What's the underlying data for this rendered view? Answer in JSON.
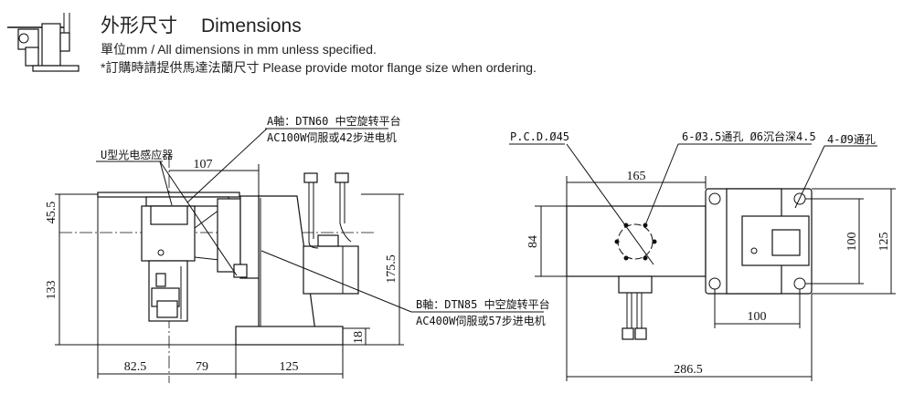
{
  "header": {
    "title_cn": "外形尺寸",
    "title_en": "Dimensions",
    "unit_note": "單位mm / All dimensions in mm unless specified.",
    "order_note": "*訂購時請提供馬達法蘭尺寸 Please provide motor flange size when ordering."
  },
  "side_view": {
    "sensor_label": "U型光电感应器",
    "a_axis_line1": "A軸：DTN60 中空旋转平台",
    "a_axis_line2": "AC100W伺服或42步进电机",
    "b_axis_line1": "B軸：DTN85 中空旋转平台",
    "b_axis_line2": "AC400W伺服或57步进电机",
    "dims": {
      "top_offset": "107",
      "upper_height": "45.5",
      "lower_height": "133",
      "total_height": "175.5",
      "base_thickness": "18",
      "left_width": "82.5",
      "middle_width": "79",
      "right_width": "125"
    }
  },
  "top_view": {
    "pcd_label": "P.C.D.Ø45",
    "hole_label": "6-Ø3.5通孔 Ø6沉台深4.5",
    "mount_hole_label": "4-Ø9通孔",
    "dims": {
      "plate_length": "165",
      "plate_width": "84",
      "hole_spacing_v": "100",
      "base_width": "125",
      "hole_spacing_h": "100",
      "total_length": "286.5"
    }
  }
}
